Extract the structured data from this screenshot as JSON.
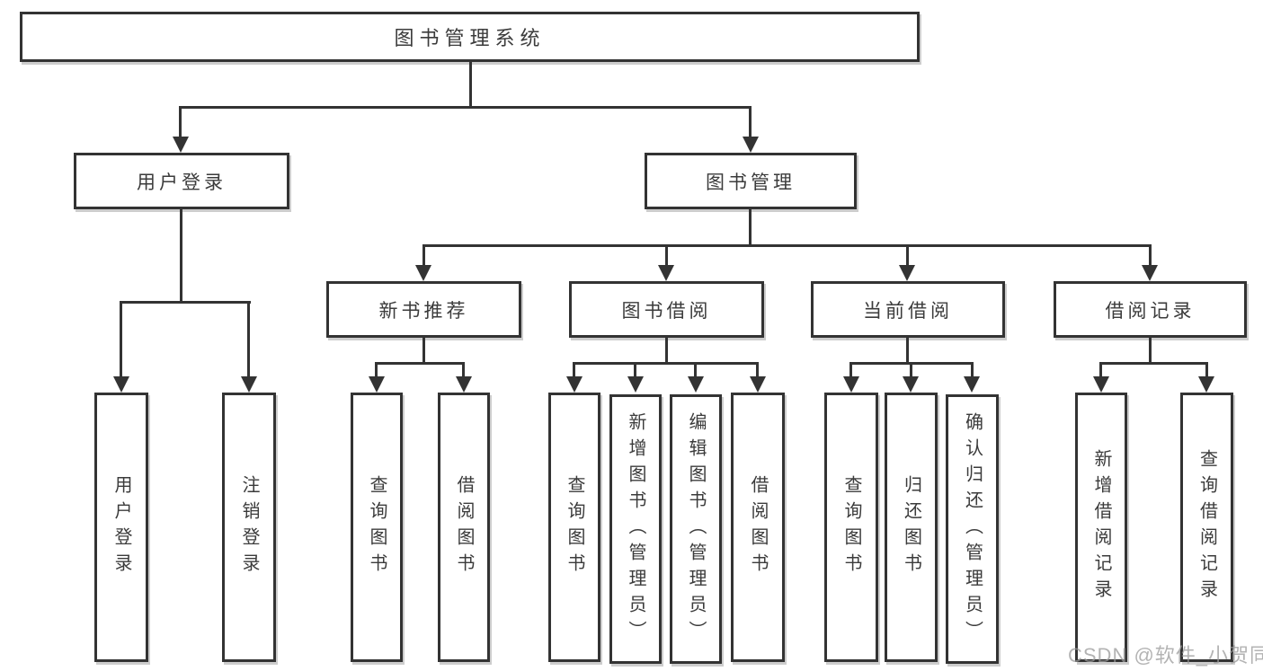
{
  "colors": {
    "line": "#333333",
    "text": "#3b3b3b",
    "box_bg": "#ffffff",
    "canvas": "#ffffff",
    "watermark": "#9a9a9a"
  },
  "watermark": "CSDN @软件_小贺同学",
  "nodes": {
    "root": "图书管理系统",
    "level2": {
      "user_login": "用户登录",
      "book_management": "图书管理"
    },
    "level3": {
      "new_book_recommend": "新书推荐",
      "book_borrow": "图书借阅",
      "current_borrow": "当前借阅",
      "borrow_record": "借阅记录"
    },
    "level4": {
      "user_login": {
        "login": "用户登录",
        "logout": "注销登录"
      },
      "new_book_recommend": {
        "query_book": "查询图书",
        "borrow_book": "借阅图书"
      },
      "book_borrow": {
        "query_book": "查询图书",
        "add_book_admin": "新增图书（管理员）",
        "edit_book_admin": "编辑图书（管理员）",
        "borrow_book": "借阅图书"
      },
      "current_borrow": {
        "query_book": "查询图书",
        "return_book": "归还图书",
        "confirm_return_admin": "确认归还（管理员）"
      },
      "borrow_record": {
        "add_record": "新增借阅记录",
        "query_record": "查询借阅记录"
      }
    }
  }
}
